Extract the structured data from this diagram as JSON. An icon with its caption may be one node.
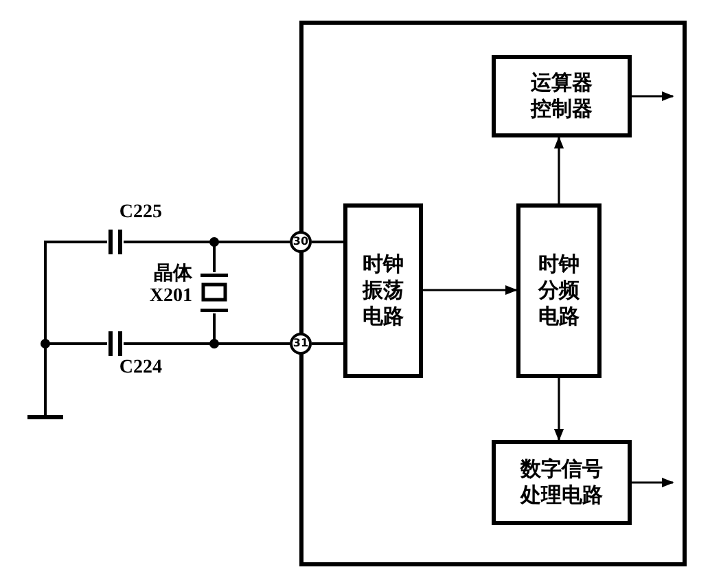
{
  "diagram": {
    "nodes": [
      {
        "text": [],
        "shape": "box"
      },
      {
        "text": [
          "30"
        ]
      },
      {
        "text": [
          "31"
        ]
      },
      {
        "text": [
          "时钟振荡电路"
        ],
        "in": 0
      },
      {
        "text": [
          "时钟分频电路"
        ],
        "in": 0
      },
      {
        "text": [
          "运算器控制器"
        ],
        "in": 0
      },
      {
        "text": [
          "数字信号处理电路"
        ],
        "in": 0
      },
      {
        "text": [],
        "shape": "capacitor",
        "beside": [
          "C225"
        ]
      },
      {
        "text": [],
        "shape": "crystal",
        "beside": [
          "晶体 X201"
        ]
      },
      {
        "text": [],
        "shape": "capacitor",
        "beside": [
          "C224"
        ]
      },
      {
        "text": [],
        "shape": "ground"
      }
    ],
    "edges": [
      {
        "from": 7,
        "to": 1,
        "arrow": "none"
      },
      {
        "from": 8,
        "to": 1,
        "arrow": "none"
      },
      {
        "from": 8,
        "to": 2,
        "arrow": "none"
      },
      {
        "from": 9,
        "to": 2,
        "arrow": "none"
      },
      {
        "from": 7,
        "to": 9,
        "arrow": "none"
      },
      {
        "from": 10,
        "to": 9,
        "arrow": "none"
      },
      {
        "from": 1,
        "to": 3,
        "arrow": "none"
      },
      {
        "from": 2,
        "to": 3,
        "arrow": "none"
      },
      {
        "from": 3,
        "to": 4,
        "arrow": "to"
      },
      {
        "from": 4,
        "to": 5,
        "arrow": "to"
      },
      {
        "from": 4,
        "to": 6,
        "arrow": "to"
      },
      {
        "from": 5,
        "to": null,
        "arrow": "to"
      },
      {
        "from": 6,
        "to": null,
        "arrow": "to"
      }
    ]
  }
}
